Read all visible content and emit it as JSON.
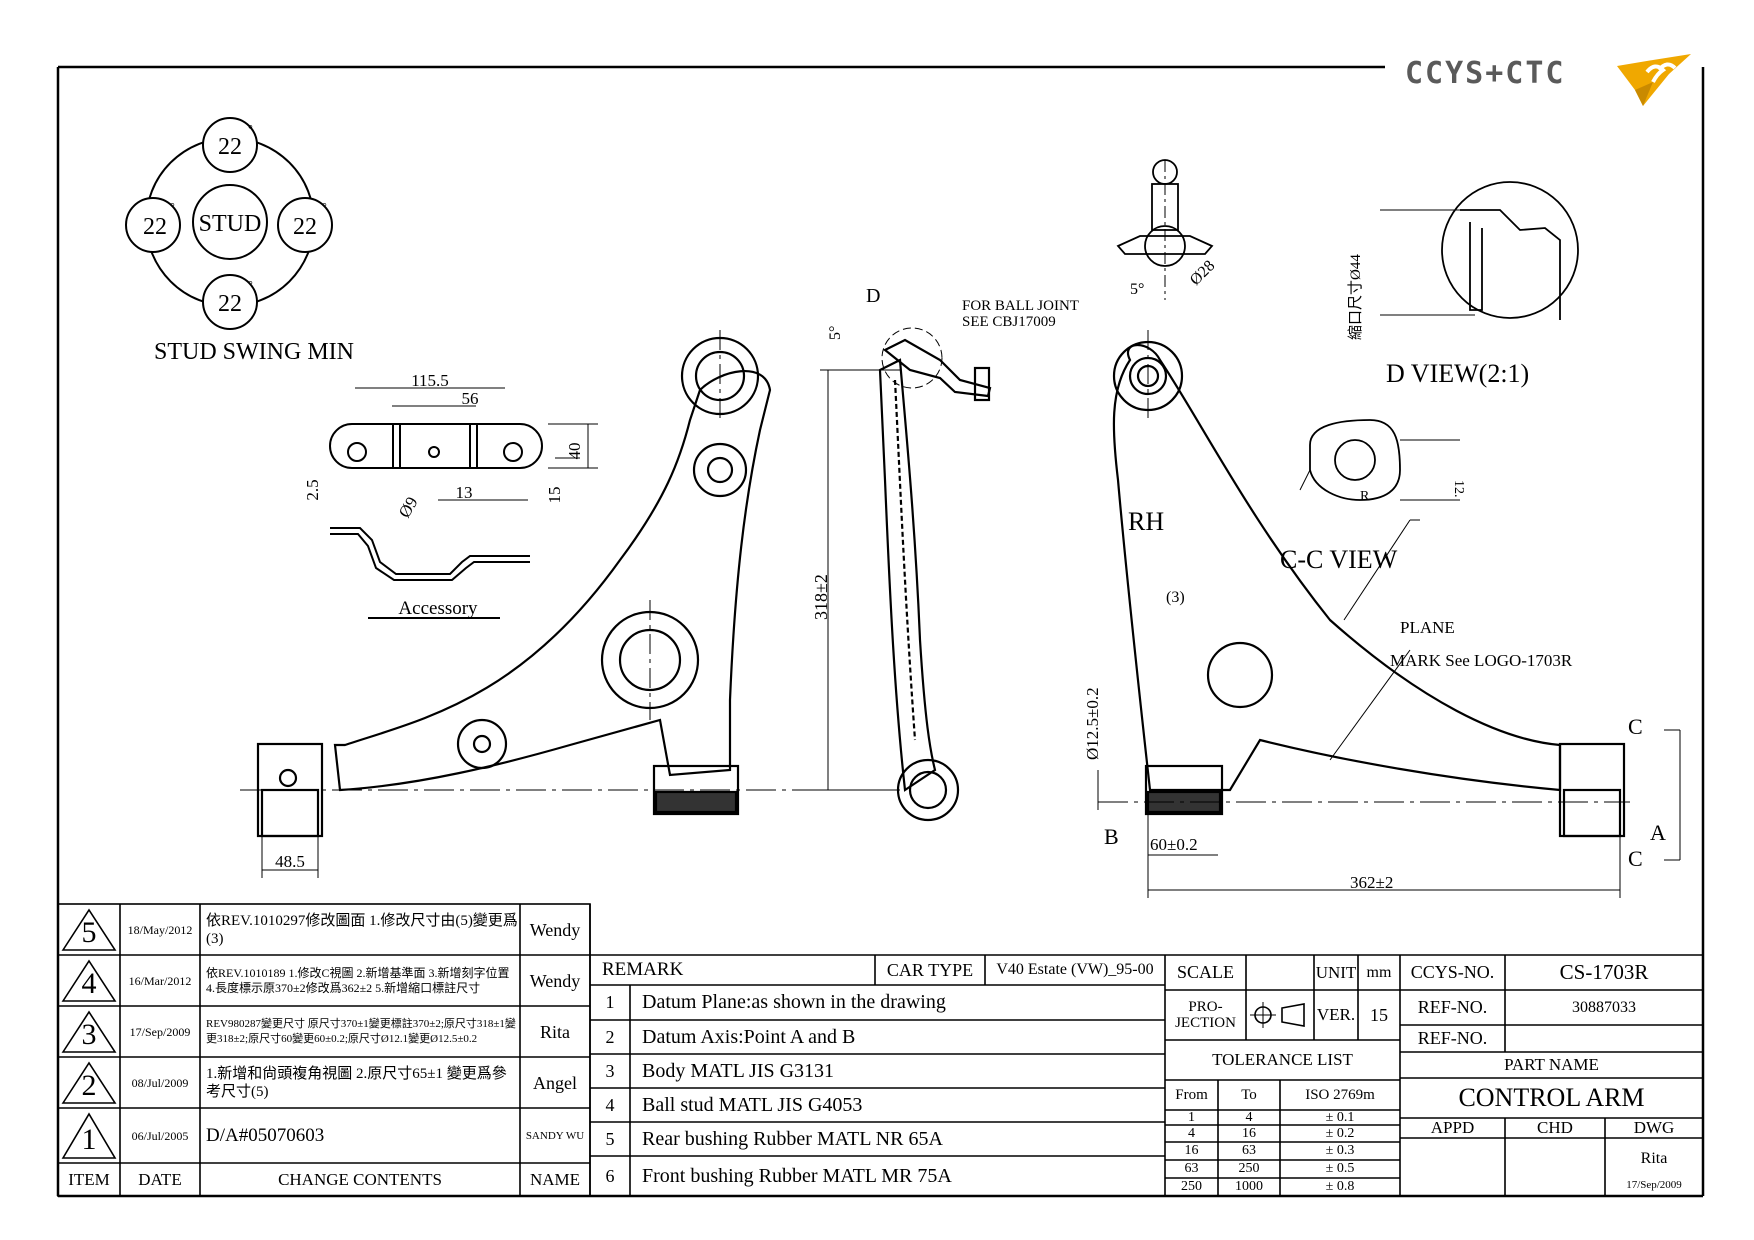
{
  "logo": {
    "text": "CCYS+CTC",
    "colors": {
      "mark": "#f0a800",
      "mark_shadow": "#c98a00"
    }
  },
  "stud_swing": {
    "title": "STUD SWING MIN",
    "center": "STUD",
    "angles": [
      "22",
      "22",
      "22",
      "22"
    ],
    "deg_mark": "°"
  },
  "accessory": {
    "label": "Accessory",
    "dims": {
      "overall": "115.5",
      "pitch": "56",
      "height": "40",
      "slot": "13",
      "offset": "15",
      "thickness": "2.5",
      "hole": "Ø9"
    }
  },
  "main_views": {
    "ball_joint_note_1": "FOR BALL JOINT",
    "ball_joint_note_2": "SEE CBJ17009",
    "detail_d": "D",
    "angle_5": "5°",
    "dim_318": "318±2",
    "dim_48_5": "48.5",
    "rh": "RH",
    "dim_3": "(3)",
    "dim_12_5": "Ø12.5±0.2",
    "dim_60": "60±0.2",
    "dim_362": "362±2",
    "point_b": "B",
    "point_a": "A",
    "section_c": "C",
    "plane": "PLANE",
    "mark_note": "MARK See LOGO-1703R",
    "d_view": "D VIEW(2:1)",
    "cc_view": "C-C VIEW",
    "d_view_dia": "縮口尺寸Ø44",
    "ball_dia": "Ø28",
    "cc_r": "R",
    "cc_12": "12."
  },
  "revisions": [
    {
      "num": "5",
      "date": "18/May/2012",
      "change": "依REV.1010297修改圖面 1.修改尺寸由(5)變更爲(3)",
      "name": "Wendy"
    },
    {
      "num": "4",
      "date": "16/Mar/2012",
      "change": "依REV.1010189 1.修改C視圖 2.新增基準面 3.新增刻字位置 4.長度標示原370±2修改爲362±2 5.新增縮口標註尺寸",
      "name": "Wendy"
    },
    {
      "num": "3",
      "date": "17/Sep/2009",
      "change": "REV980287變更尺寸 原尺寸370±1變更標註370±2;原尺寸318±1變更318±2;原尺寸60變更60±0.2;原尺寸Ø12.1變更Ø12.5±0.2",
      "name": "Rita"
    },
    {
      "num": "2",
      "date": "08/Jul/2009",
      "change": "1.新增和尙頭複角視圖 2.原尺寸65±1 變更爲參考尺寸(5)",
      "name": "Angel"
    },
    {
      "num": "1",
      "date": "06/Jul/2005",
      "change": "D/A#05070603",
      "name": "SANDY WU"
    }
  ],
  "rev_headers": {
    "item": "ITEM",
    "date": "DATE",
    "change": "CHANGE CONTENTS",
    "name": "NAME"
  },
  "remarks": {
    "header": "REMARK",
    "items": [
      {
        "n": "1",
        "text": "Datum Plane:as shown in the drawing"
      },
      {
        "n": "2",
        "text": "Datum Axis:Point A and B"
      },
      {
        "n": "3",
        "text": "Body MATL JIS G3131"
      },
      {
        "n": "4",
        "text": "Ball stud MATL JIS G4053"
      },
      {
        "n": "5",
        "text": "Rear bushing Rubber MATL NR 65A"
      },
      {
        "n": "6",
        "text": "Front bushing Rubber MATL MR 75A"
      }
    ]
  },
  "title_block": {
    "car_type_label": "CAR TYPE",
    "car_type": "V40 Estate (VW)_95-00",
    "scale_label": "SCALE",
    "unit_label": "UNIT",
    "unit": "mm",
    "projection_label": "PRO-\nJECTION",
    "ver_label": "VER.",
    "ver": "15",
    "ccys_no_label": "CCYS-NO.",
    "ccys_no": "CS-1703R",
    "ref_no_label_1": "REF-NO.",
    "ref_no_1": "30887033",
    "ref_no_label_2": "REF-NO.",
    "ref_no_2": "",
    "part_name_label": "PART NAME",
    "part_name": "CONTROL ARM",
    "appd_label": "APPD",
    "chd_label": "CHD",
    "dwg_label": "DWG",
    "dwg_name": "Rita",
    "dwg_date": "17/Sep/2009"
  },
  "tolerance": {
    "title": "TOLERANCE LIST",
    "headers": [
      "From",
      "To",
      "ISO 2769m"
    ],
    "rows": [
      [
        "1",
        "4",
        "± 0.1"
      ],
      [
        "4",
        "16",
        "± 0.2"
      ],
      [
        "16",
        "63",
        "± 0.3"
      ],
      [
        "63",
        "250",
        "± 0.5"
      ],
      [
        "250",
        "1000",
        "± 0.8"
      ]
    ]
  }
}
